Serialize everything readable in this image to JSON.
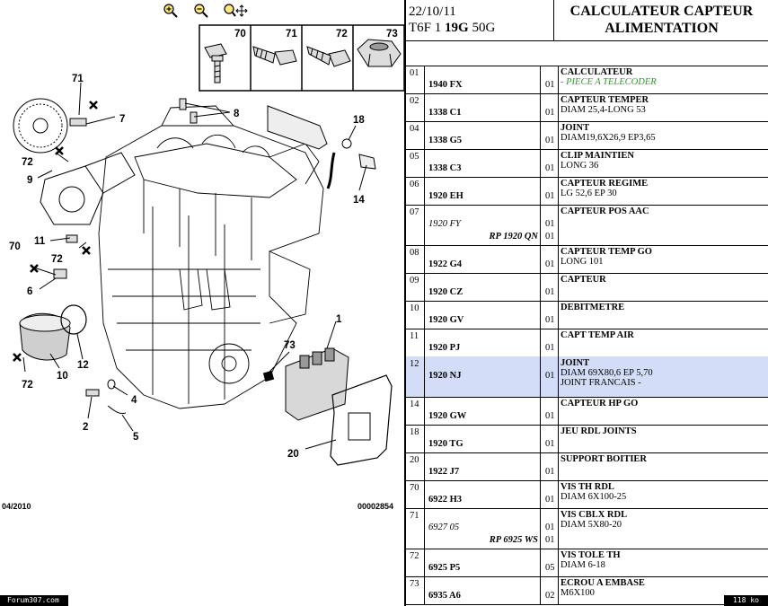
{
  "toolbar": {
    "zoom_in_icon": "zoom-in-icon",
    "zoom_out_icon": "zoom-out-icon",
    "pan_icon": "pan-icon"
  },
  "diagram": {
    "callouts": [
      "71",
      "7",
      "8",
      "18",
      "72",
      "9",
      "14",
      "11",
      "72",
      "70",
      "6",
      "1",
      "73",
      "12",
      "10",
      "72",
      "4",
      "2",
      "5",
      "20"
    ],
    "legend_labels": [
      "70",
      "71",
      "72",
      "73"
    ],
    "footer_date": "04/2010",
    "footer_code": "00002854"
  },
  "footer": {
    "brand": "Forum307.com",
    "size": "118 ko"
  },
  "header": {
    "date": "22/10/11",
    "model_prefix": "T6F 1",
    "model_bold": "19G",
    "model_suffix": "50G",
    "title_line1": "CALCULATEUR CAPTEUR",
    "title_line2": "ALIMENTATION"
  },
  "parts": [
    {
      "idx": "01",
      "ref": "1940 FX",
      "qty": "01",
      "name": "CALCULATEUR",
      "detail": "- PIECE A TELECODER",
      "detail_green": true
    },
    {
      "idx": "02",
      "ref": "1338 C1",
      "qty": "01",
      "name": "CAPTEUR TEMPER",
      "detail": "DIAM 25,4-LONG 53"
    },
    {
      "idx": "04",
      "ref": "1338 G5",
      "qty": "01",
      "name": "JOINT",
      "detail": "DIAM19,6X26,9 EP3,65"
    },
    {
      "idx": "05",
      "ref": "1338 C3",
      "qty": "01",
      "name": "CLIP MAINTIEN",
      "detail": "LONG 36"
    },
    {
      "idx": "06",
      "ref": "1920 EH",
      "qty": "01",
      "name": "CAPTEUR REGIME",
      "detail": "LG 52,6 EP 30"
    },
    {
      "idx": "07",
      "ref": "1920 FY",
      "qty": "01",
      "name": "CAPTEUR POS AAC",
      "rp": "RP 1920 QN",
      "rp_qty": "01",
      "alt_ref": true
    },
    {
      "idx": "08",
      "ref": "1922 G4",
      "qty": "01",
      "name": "CAPTEUR TEMP GO",
      "detail": "LONG 101"
    },
    {
      "idx": "09",
      "ref": "1920 CZ",
      "qty": "01",
      "name": "CAPTEUR"
    },
    {
      "idx": "10",
      "ref": "1920 GV",
      "qty": "01",
      "name": "DEBITMETRE"
    },
    {
      "idx": "11",
      "ref": "1920 PJ",
      "qty": "01",
      "name": "CAPT TEMP AIR"
    },
    {
      "idx": "12",
      "ref": "1920 NJ",
      "qty": "01",
      "name": "JOINT",
      "detail": "DIAM 69X80,6 EP 5,70",
      "detail2": "JOINT FRANCAIS -",
      "selected": true
    },
    {
      "idx": "14",
      "ref": "1920 GW",
      "qty": "01",
      "name": "CAPTEUR HP GO"
    },
    {
      "idx": "18",
      "ref": "1920 TG",
      "qty": "01",
      "name": "JEU RDL JOINTS"
    },
    {
      "idx": "20",
      "ref": "1922 J7",
      "qty": "01",
      "name": "SUPPORT BOITIER"
    },
    {
      "idx": "70",
      "ref": "6922 H3",
      "qty": "01",
      "name": "VIS TH RDL",
      "detail": "DIAM 6X100-25"
    },
    {
      "idx": "71",
      "ref": "6927 05",
      "qty": "01",
      "name": "VIS CBLX RDL",
      "detail": "DIAM 5X80-20",
      "rp": "RP 6925 WS",
      "rp_qty": "01",
      "alt_ref": true
    },
    {
      "idx": "72",
      "ref": "6925 P5",
      "qty": "05",
      "name": "VIS TOLE TH",
      "detail": "DIAM 6-18"
    },
    {
      "idx": "73",
      "ref": "6935 A6",
      "qty": "02",
      "name": "ECROU A EMBASE",
      "detail": "M6X100"
    }
  ]
}
